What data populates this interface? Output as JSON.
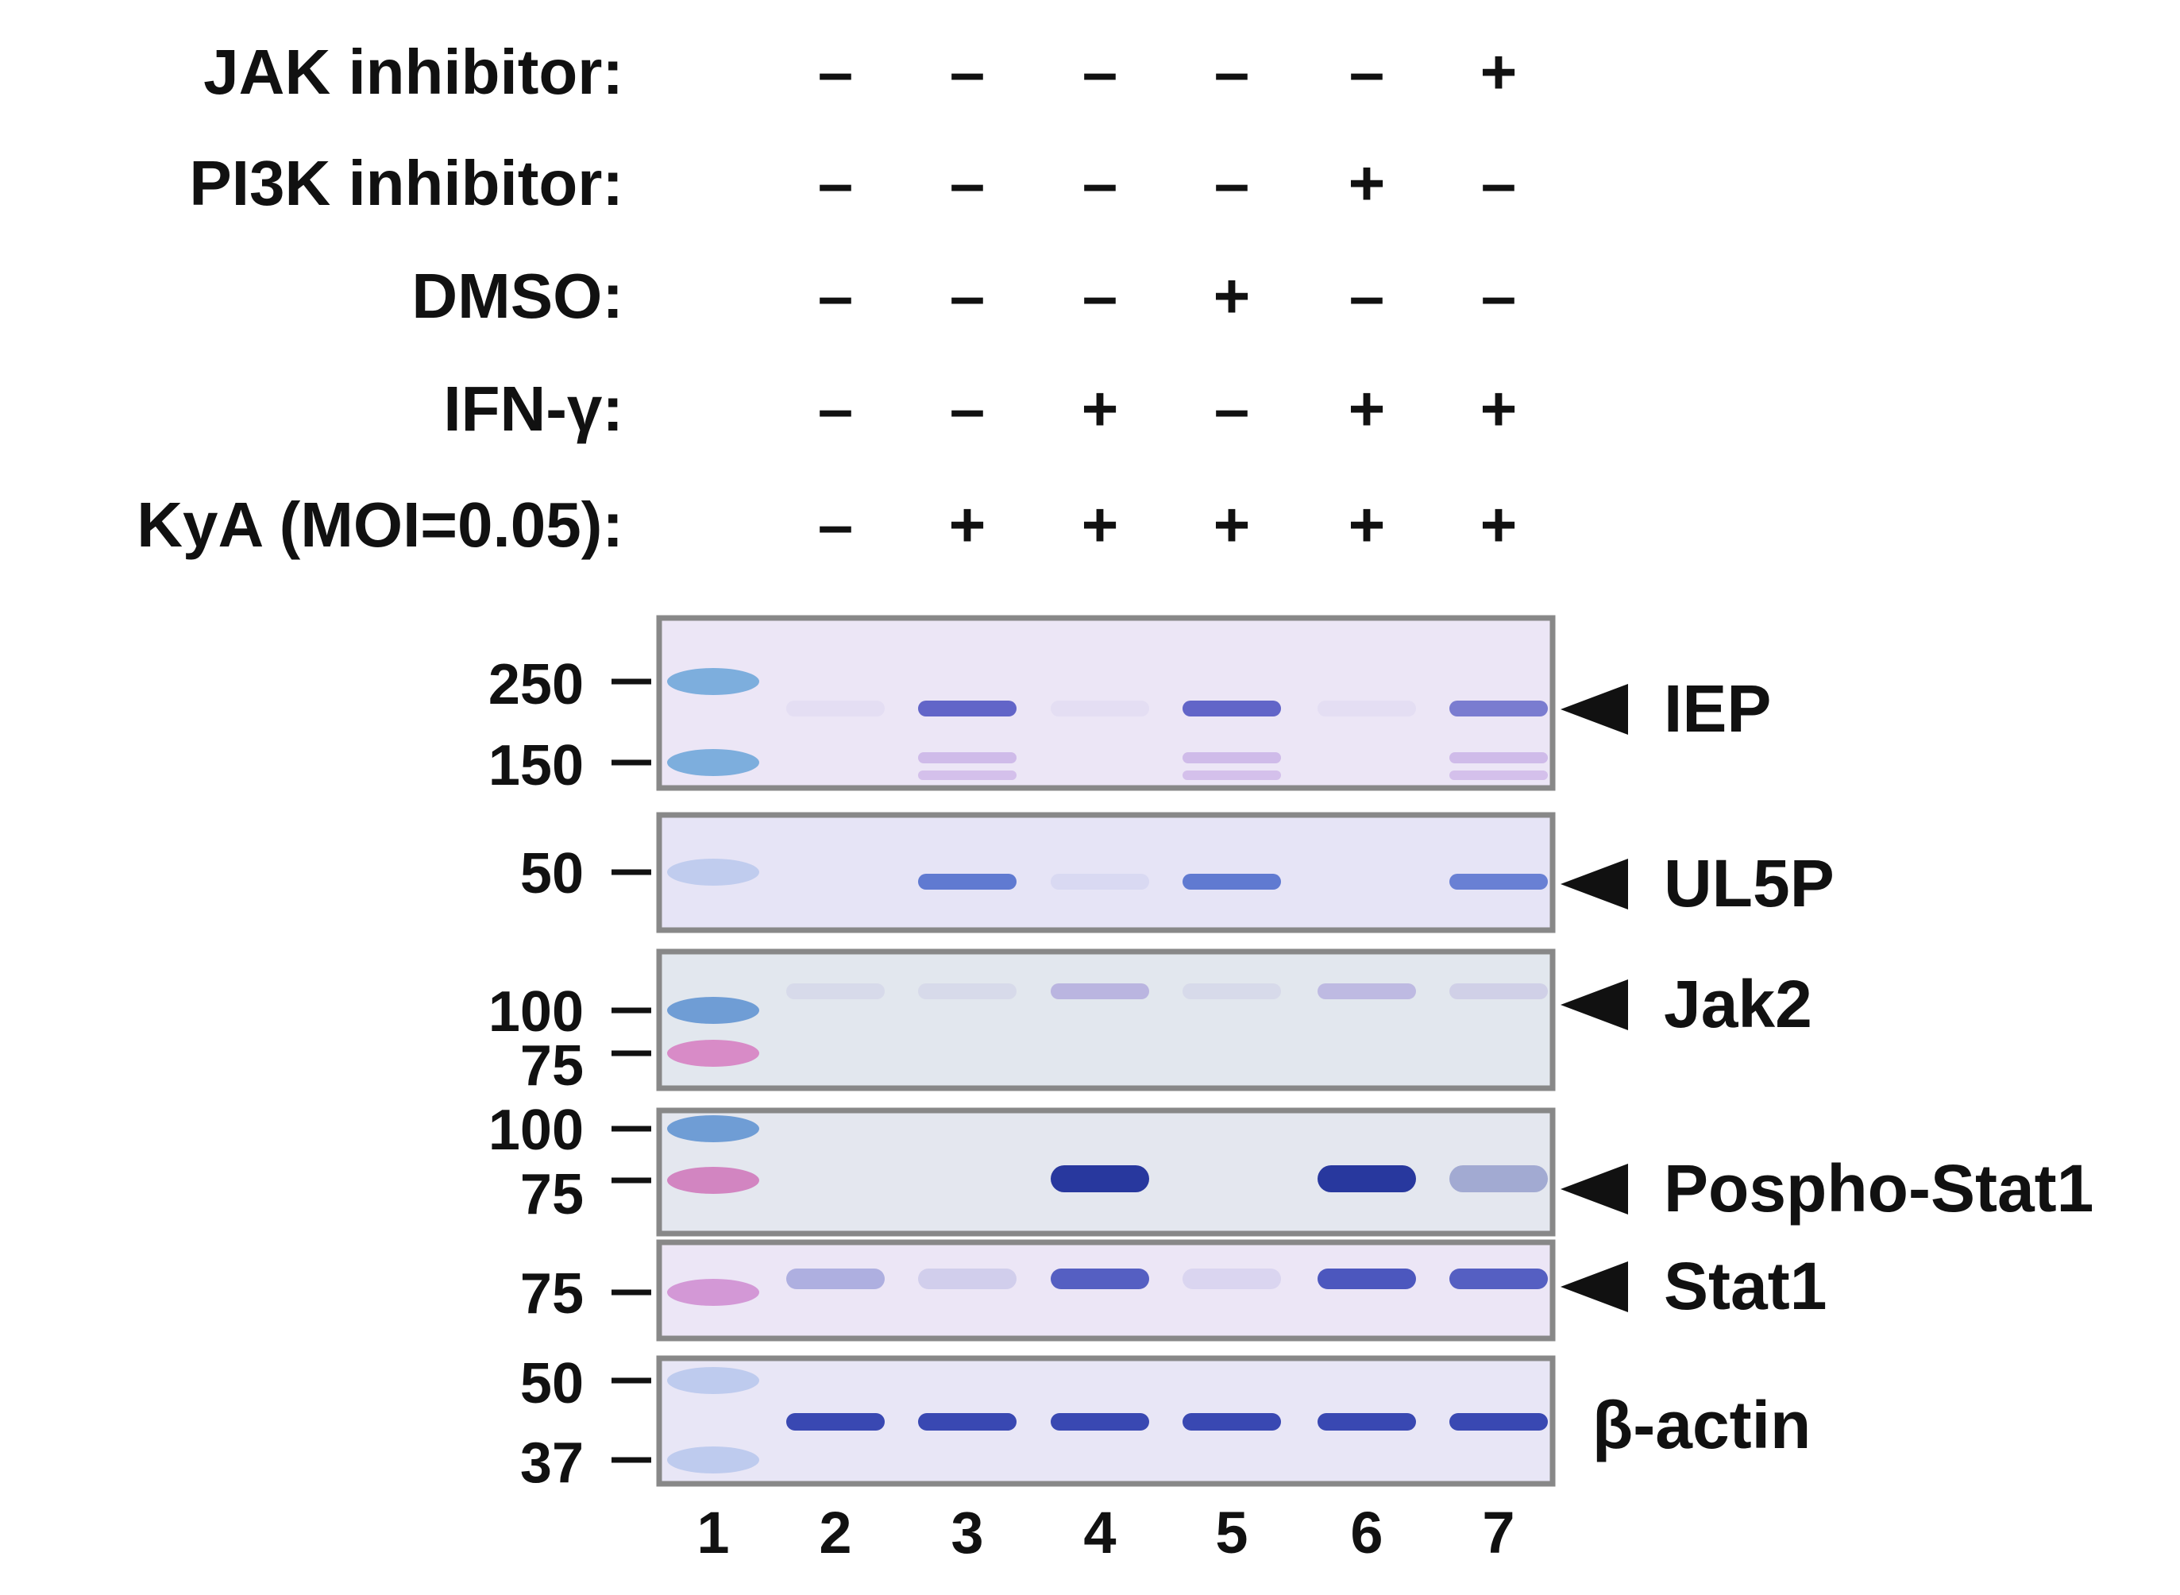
{
  "treatments": [
    {
      "label": "JAK inhibitor:",
      "signs": [
        "–",
        "–",
        "–",
        "–",
        "–",
        "+"
      ]
    },
    {
      "label": "PI3K inhibitor:",
      "signs": [
        "–",
        "–",
        "–",
        "–",
        "+",
        "–"
      ]
    },
    {
      "label": "DMSO:",
      "signs": [
        "–",
        "–",
        "–",
        "+",
        "–",
        "–"
      ]
    },
    {
      "label": "IFN-γ:",
      "signs": [
        "–",
        "–",
        "+",
        "–",
        "+",
        "+"
      ]
    },
    {
      "label": "KyA (MOI=0.05):",
      "signs": [
        "–",
        "+",
        "+",
        "+",
        "+",
        "+"
      ]
    }
  ],
  "panels": [
    {
      "target": "IEP",
      "arrow": true,
      "bg": "#ece6f6",
      "markers": [
        "250",
        "150"
      ],
      "ladder_colors": [
        "#6aa3d8",
        "#6aa3d8"
      ],
      "band_color": "#4a4ec0",
      "band_strength": [
        0,
        0.05,
        0.85,
        0.05,
        0.85,
        0.05,
        0.7
      ]
    },
    {
      "target": "UL5P",
      "arrow": true,
      "bg": "#e6e4f6",
      "markers": [
        "50"
      ],
      "ladder_colors": [
        "#b9c8ec"
      ],
      "band_color": "#3f5fc8",
      "band_strength": [
        0,
        0,
        0.8,
        0.08,
        0.8,
        0,
        0.75
      ]
    },
    {
      "target": "Jak2",
      "arrow": true,
      "bg": "#e2e7ee",
      "markers": [
        "100",
        "75"
      ],
      "ladder_colors": [
        "#5b8fd0",
        "#d67ac0"
      ],
      "band_color": "#8a78cf",
      "band_strength": [
        0,
        0.12,
        0.12,
        0.45,
        0.12,
        0.4,
        0.2
      ]
    },
    {
      "target": "Pospho-Stat1",
      "arrow": true,
      "bg": "#e4e7ef",
      "markers": [
        "100",
        "75"
      ],
      "ladder_colors": [
        "#5b8fd0",
        "#cf73b8"
      ],
      "band_color": "#28389e",
      "band_strength": [
        0,
        0,
        0,
        1.0,
        0,
        1.0,
        0.35
      ]
    },
    {
      "target": "Stat1",
      "arrow": true,
      "bg": "#ece6f6",
      "markers": [
        "75"
      ],
      "ladder_colors": [
        "#cf8ad0"
      ],
      "band_color": "#3b47b8",
      "band_strength": [
        0,
        0.35,
        0.15,
        0.85,
        0.1,
        0.9,
        0.85
      ]
    },
    {
      "target": "β-actin",
      "arrow": false,
      "bg": "#e8e6f6",
      "markers": [
        "50",
        "37"
      ],
      "ladder_colors": [
        "#b6c6ec",
        "#b6c6ec"
      ],
      "band_color": "#2f3fae",
      "band_strength": [
        0,
        0.95,
        0.95,
        0.95,
        0.95,
        0.95,
        0.95
      ]
    }
  ],
  "lanes": [
    "1",
    "2",
    "3",
    "4",
    "5",
    "6",
    "7"
  ]
}
